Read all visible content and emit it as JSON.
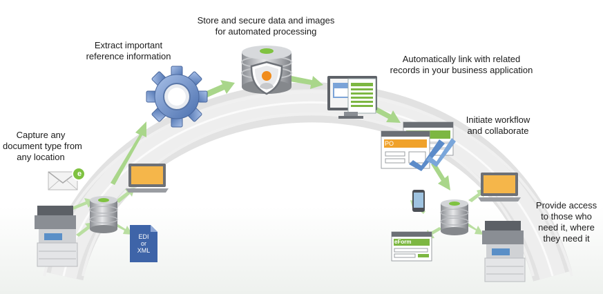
{
  "labels": {
    "capture": [
      "Capture any",
      "document type from",
      "any location"
    ],
    "extract": [
      "Extract important",
      "reference information"
    ],
    "store": [
      "Store and secure data and images",
      "for automated processing"
    ],
    "link": [
      "Automatically link with related",
      "records in your business application"
    ],
    "workflow": [
      "Initiate workflow",
      "and collaborate"
    ],
    "access": [
      "Provide access",
      "to those who",
      "need it, where",
      "they need it"
    ]
  },
  "badges": {
    "edi_doc": [
      "EDI",
      "or",
      "XML"
    ],
    "po_form": "PO",
    "eform": "eForm",
    "email_badge": "e"
  },
  "icons": {
    "gear": "gear-icon",
    "shield": "shield-icon",
    "envelope": "envelope-icon",
    "laptop": "laptop-icon",
    "printer": "multifunction-printer-icon",
    "database": "database-icon",
    "phone": "mobile-phone-icon",
    "monitor": "monitor-icon"
  },
  "colors": {
    "arc": "#d9d9d9",
    "arrow": "#a9d68a",
    "db_top": "#7fc241",
    "gear": "#6f8fc4",
    "shield_dot": "#f08c1c",
    "form_header": "#f0a22b",
    "eform_header": "#7db742",
    "edi_doc": "#3e64a8",
    "check": "#5b8bc9"
  }
}
